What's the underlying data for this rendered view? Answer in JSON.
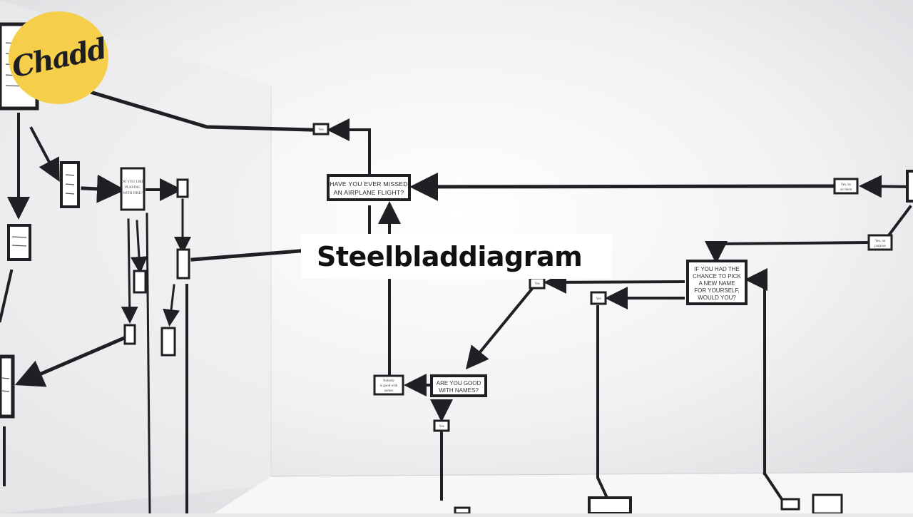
{
  "brand": {
    "logo_text": "Chadd",
    "logo_color": "#f5cf4a"
  },
  "overlay": {
    "title": "Steelbladdiagram"
  },
  "flowchart": {
    "questions": {
      "missed_flight": [
        "HAVE YOU EVER MISSED",
        "AN AIRPLANE FLIGHT?"
      ],
      "new_name": [
        "IF YOU HAD THE",
        "CHANCE TO PICK",
        "A NEW NAME",
        "FOR YOURSELF,",
        "WOULD YOU?"
      ],
      "good_names": [
        "ARE YOU GOOD",
        "WITH NAMES?"
      ],
      "fire": [
        "DO YOU LIKE",
        "PLAYING",
        "WITH FIRE?"
      ]
    },
    "answers": {
      "yes": "Yes",
      "yes_accident": [
        "Yes, by",
        "accident"
      ],
      "yes_purpose": [
        "Yes, on",
        "purpose"
      ],
      "nobody": [
        "Nobody",
        "is good with",
        "names"
      ]
    }
  }
}
